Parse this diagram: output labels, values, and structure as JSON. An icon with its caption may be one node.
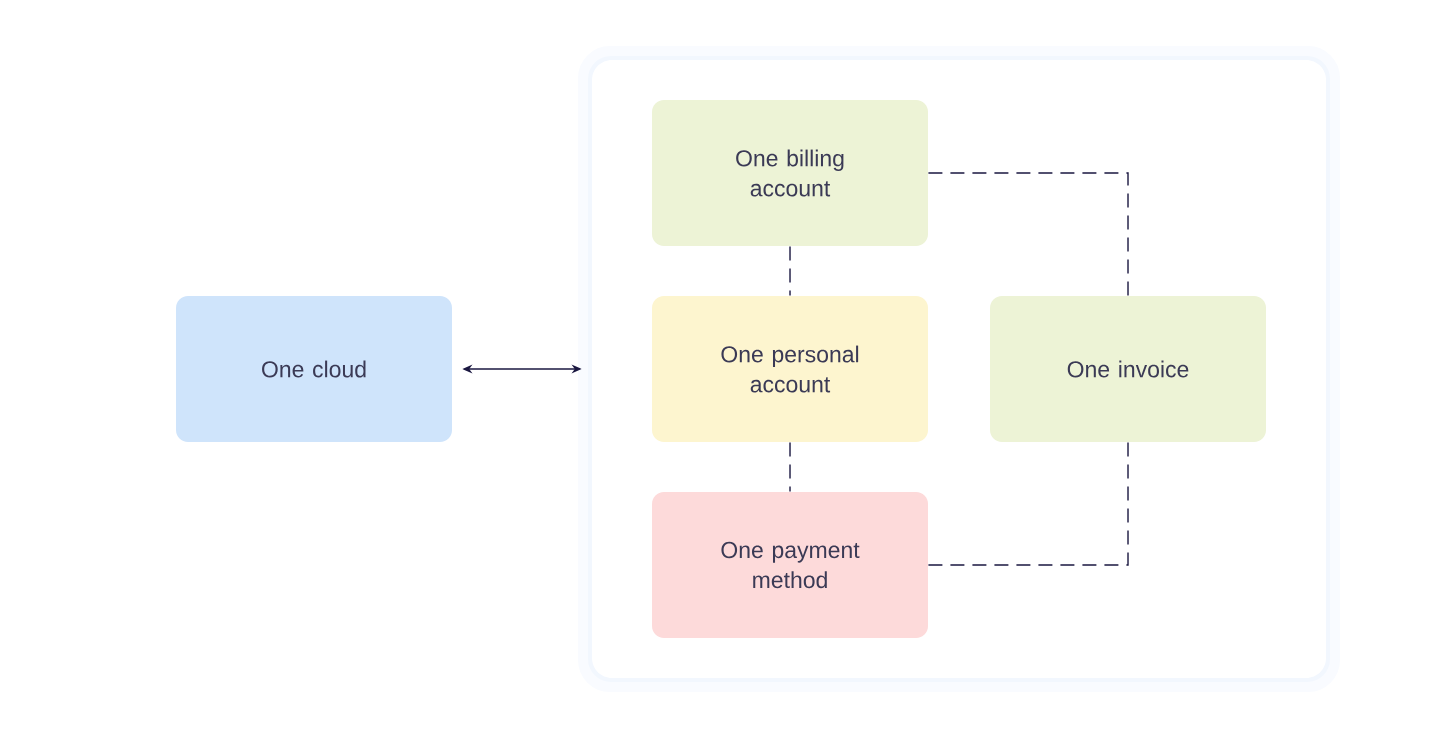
{
  "diagram": {
    "nodes": [
      {
        "text": [
          "One cloud"
        ]
      },
      {
        "text": [],
        "shape": "box"
      },
      {
        "text": [
          "One billing account"
        ],
        "in": 1
      },
      {
        "text": [
          "One personal account"
        ],
        "in": 1
      },
      {
        "text": [
          "One payment method"
        ],
        "in": 1
      },
      {
        "text": [
          "One invoice"
        ],
        "in": 1
      }
    ],
    "edges": [
      {
        "from": 0,
        "to": 1,
        "arrow": "both"
      },
      {
        "from": 2,
        "to": 3,
        "arrow": "none",
        "style": "dashed"
      },
      {
        "from": 3,
        "to": 4,
        "arrow": "none",
        "style": "dashed"
      },
      {
        "from": 2,
        "to": 5,
        "arrow": "none",
        "style": "dashed"
      },
      {
        "from": 4,
        "to": 5,
        "arrow": "none",
        "style": "dashed"
      }
    ]
  }
}
